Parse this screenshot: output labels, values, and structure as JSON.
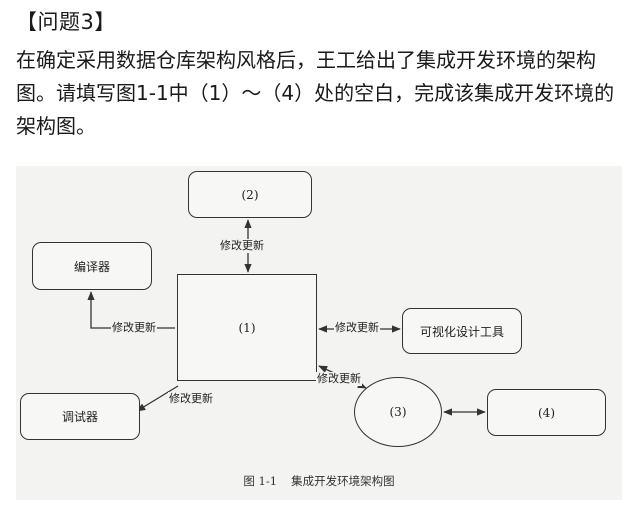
{
  "heading": "【问题3】",
  "question": "在确定采用数据仓库架构风格后，王工给出了集成开发环境的架构图。请填写图1-1中（1）～（4）处的空白，完成该集成开发环境的架构图。",
  "diagram": {
    "nodes": {
      "blank2": "(2)",
      "compiler": "编译器",
      "blank1": "(1)",
      "visual_tool": "可视化设计工具",
      "debugger": "调试器",
      "blank3": "(3)",
      "blank4": "(4)"
    },
    "edge_label": "修改更新",
    "caption_number": "图 1-1",
    "caption_title": "集成开发环境架构图"
  }
}
